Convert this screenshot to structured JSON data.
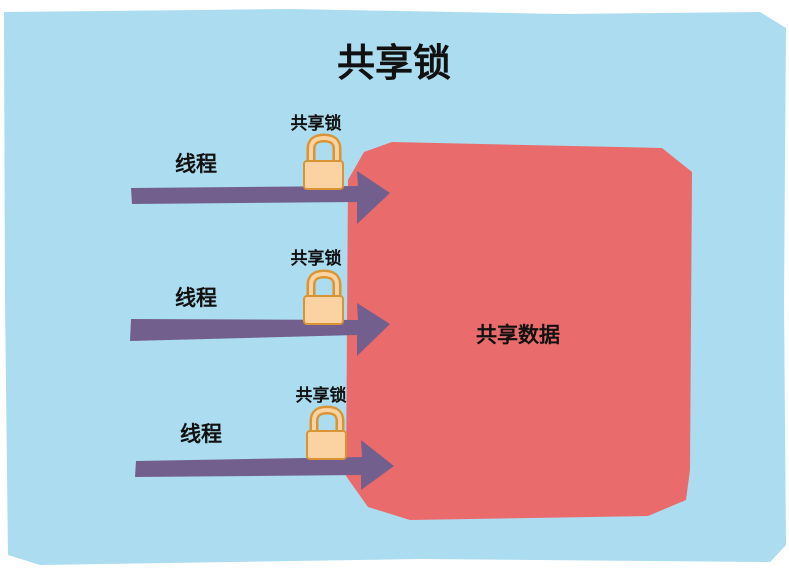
{
  "title": "共享锁",
  "shared_data_label": "共享数据",
  "threads": [
    {
      "label": "线程",
      "lock_label": "共享锁"
    },
    {
      "label": "线程",
      "lock_label": "共享锁"
    },
    {
      "label": "线程",
      "lock_label": "共享锁"
    }
  ],
  "colors": {
    "background": "#acdcef",
    "shared_data": "#ea6b6b",
    "arrow": "#735f8e",
    "lock_body": "#fbd3a2",
    "lock_outline": "#d99535"
  }
}
